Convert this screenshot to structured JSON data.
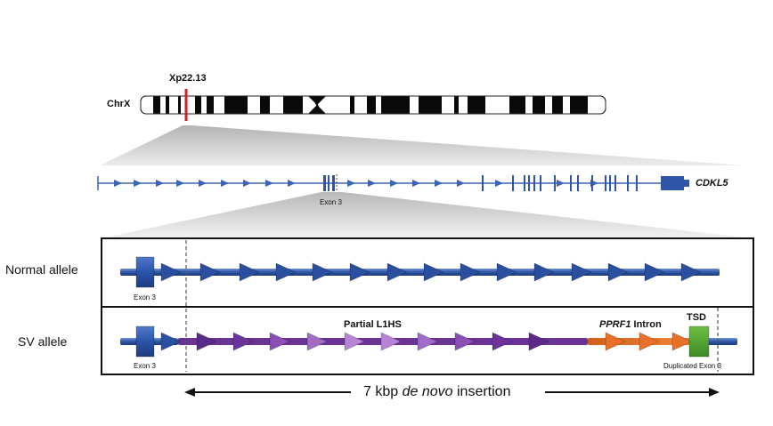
{
  "chromosome": {
    "name": "ChrX",
    "band": "Xp22.13"
  },
  "gene": {
    "name": "CDKL5",
    "exon_label": "Exon 3"
  },
  "normal_allele": {
    "label": "Normal allele",
    "exon_label": "Exon 3"
  },
  "sv_allele": {
    "label": "SV allele",
    "exon_label": "Exon 3",
    "l1hs_label": "Partial L1HS",
    "pprf1_gene": "PPRF1",
    "pprf1_suffix": " Intron",
    "tsd_label": "TSD",
    "dup_label": "Duplicated Exon 3"
  },
  "insertion": {
    "size": "7 kbp",
    "term": "de novo",
    "suffix": "insertion"
  },
  "colors": {
    "exon_blue": "#2f5fb0",
    "line_blue": "#3b63b8",
    "l1hs_purple": "#7a3ea6",
    "pprf1_orange": "#e8702a",
    "tsd_green": "#4c9a2a",
    "band_red": "#cc2222"
  }
}
